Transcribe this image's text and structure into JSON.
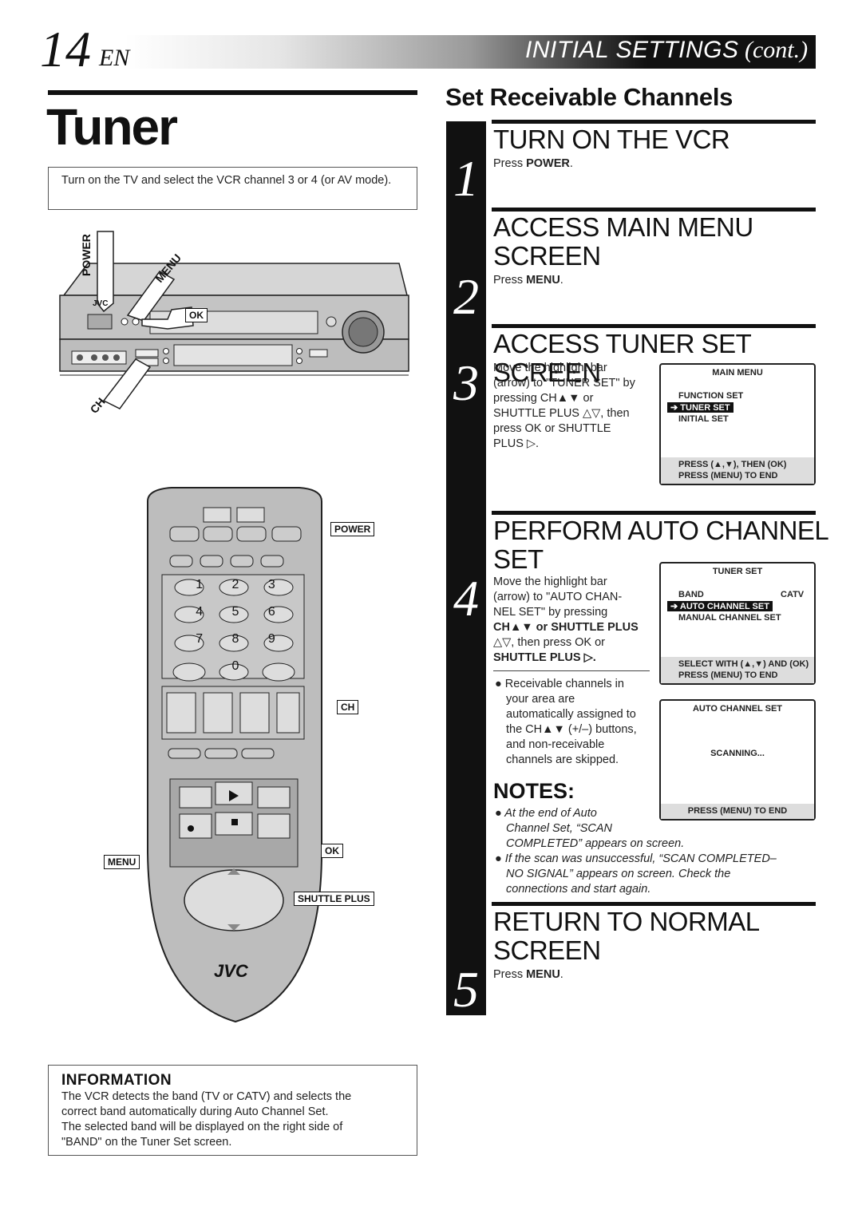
{
  "header": {
    "page_number": "14",
    "lang": "EN",
    "section": "INITIAL SETTINGS",
    "section_cont": "(cont.)"
  },
  "page_title": "Tuner",
  "intro": "Turn on the TV and select the VCR channel 3 or 4 (or AV mode).",
  "vcr_labels": {
    "power": "POWER",
    "menu": "MENU",
    "ok": "OK",
    "ch": "CH",
    "brand": "JVC"
  },
  "remote_labels": {
    "power": "POWER",
    "ch": "CH",
    "menu": "MENU",
    "ok": "OK",
    "shuttle": "SHUTTLE PLUS",
    "brand": "JVC",
    "keys": [
      "1",
      "2",
      "3",
      "4",
      "5",
      "6",
      "7",
      "8",
      "9",
      "0"
    ]
  },
  "section_title": "Set Receivable Channels",
  "steps": [
    {
      "num": "1",
      "title": "TURN ON THE VCR",
      "press": "Press ",
      "key": "POWER",
      "end": "."
    },
    {
      "num": "2",
      "title_l1": "ACCESS MAIN MENU",
      "title_l2": "SCREEN",
      "press": "Press ",
      "key": "MENU",
      "end": "."
    },
    {
      "num": "3",
      "title": "ACCESS TUNER SET SCREEN",
      "lines": [
        "Move the highlight bar",
        "(arrow) to \"TUNER SET\" by",
        "pressing CH▲▼ or",
        "SHUTTLE PLUS △▽, then",
        "press OK or SHUTTLE",
        "PLUS ▷."
      ]
    },
    {
      "num": "4",
      "title_l1": "PERFORM AUTO CHANNEL",
      "title_l2": "SET",
      "lines": [
        "Move the highlight bar",
        "(arrow) to \"AUTO CHAN-",
        "NEL SET\" by pressing",
        "CH▲▼ or SHUTTLE PLUS",
        "△▽, then press OK or",
        "SHUTTLE PLUS ▷."
      ],
      "bullet": [
        "Receivable channels in",
        "your area are",
        "automatically assigned to",
        "the CH▲▼ (+/–) buttons,",
        "and non-receivable",
        "channels are skipped."
      ]
    },
    {
      "num": "5",
      "title_l1": "RETURN TO NORMAL",
      "title_l2": "SCREEN",
      "press": "Press ",
      "key": "MENU",
      "end": "."
    }
  ],
  "osd_main": {
    "title": "MAIN MENU",
    "items": [
      "FUNCTION SET",
      "TUNER SET",
      "INITIAL SET"
    ],
    "foot1": "PRESS (▲,▼), THEN (OK)",
    "foot2": "PRESS (MENU) TO END"
  },
  "osd_tuner": {
    "title": "TUNER SET",
    "band": "BAND",
    "band_value": "CATV",
    "auto": "AUTO CHANNEL SET",
    "manual": "MANUAL CHANNEL SET",
    "foot1": "SELECT WITH (▲,▼) AND (OK)",
    "foot2": "PRESS (MENU) TO END"
  },
  "osd_auto": {
    "title": "AUTO CHANNEL SET",
    "status": "SCANNING...",
    "foot": "PRESS (MENU) TO END"
  },
  "notes": {
    "heading": "NOTES:",
    "n1": [
      "At the end of Auto",
      "Channel Set, “SCAN",
      "COMPLETED” appears on screen."
    ],
    "n2": [
      "If the scan was unsuccessful, “SCAN COMPLETED–",
      "NO SIGNAL” appears on screen. Check the",
      "connections and start again."
    ]
  },
  "information": {
    "heading": "INFORMATION",
    "lines": [
      "The VCR detects the band (TV or CATV) and selects the",
      "correct band automatically during Auto Channel Set.",
      "The selected band will be displayed on the right side of",
      "\"BAND\" on the Tuner Set screen."
    ]
  }
}
